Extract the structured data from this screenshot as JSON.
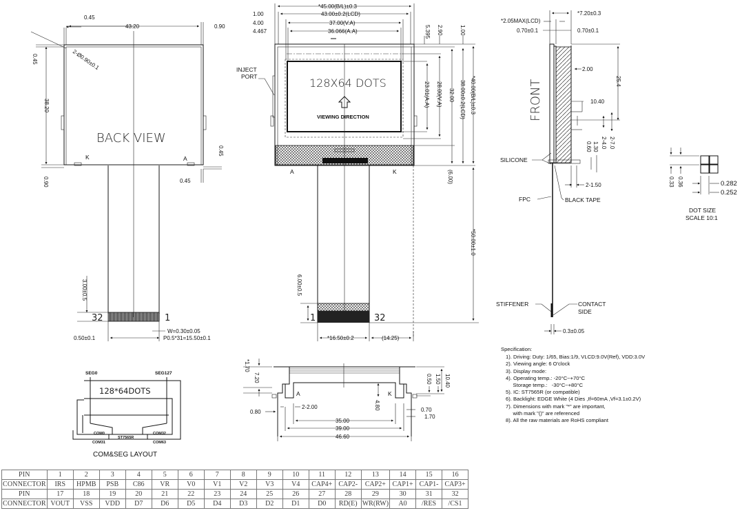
{
  "back_view": {
    "title": "BACK VIEW",
    "dims": {
      "top_offset": "0.45",
      "width": "43.20",
      "right_offset": "0.90",
      "left_top": "0.45",
      "hole": "2-Ø0.90±0.1",
      "height": "38.20",
      "right_side": "0.45",
      "bottom_left": "0.90",
      "bottom_right": "0.45",
      "fpc_tail": "3.00±0.5",
      "pin_width": "W=0.30±0.05",
      "pitch": "P0.5*31=15.50±0.1",
      "edge": "0.50±0.1"
    },
    "labels": {
      "k": "K",
      "a": "A",
      "pin_first": "32",
      "pin_last": "1"
    }
  },
  "front_view": {
    "center_text": "128X64  DOTS",
    "viewing_direction": "VIEWING DIRECTION",
    "inject_port": "INJECT PORT",
    "labels": {
      "a": "A",
      "k": "K",
      "pin_first": "1",
      "pin_last": "32"
    },
    "dims": {
      "bl_width": "*45.00(B/L)±0.3",
      "lcd_width": "43.00±0.2(LCD)",
      "va_width": "37.00(V.A)",
      "aa_width": "36.066(A.A)",
      "off_1": "1.00",
      "off_4": "4.00",
      "off_4467": "4.467",
      "v_5395": "5.395",
      "v_290": "2.90",
      "v_100": "1.00",
      "aa_height": "23.01(A.A)",
      "va_height": "28.00(V.A)",
      "h_32": "32.00",
      "lcd_height": "38.00±0.2(LCD)",
      "bl_height": "*40.00(B/L)±0.3",
      "ref_600": "(6.00)",
      "fpc_len": "*50.00±1.0",
      "fpc_tail": "6.00±0.5",
      "fpc_width": "*16.50±0.2",
      "fpc_offset": "(14.25)"
    }
  },
  "side_view": {
    "front": "FRONT",
    "silicone": "SILICONE",
    "fpc": "FPC",
    "black_tape": "BLACK TAPE",
    "stiffener": "STIFFENER",
    "contact_side": "CONTACT SIDE",
    "dims": {
      "thickness": "*7.20±0.3",
      "lcd_max": "*2.05MAX(LCD)",
      "glass_l": "0.70±0.1",
      "glass_r": "0.70±0.1",
      "d_200": "2.00",
      "d_254": "25.4",
      "d_1040": "10.40",
      "d_2_70": "2-7.0",
      "d_2_40": "2-4.0",
      "d_130": "1.30",
      "d_060": "0.60",
      "d_2_150": "2-1.50",
      "stiffener_t": "0.3±0.05"
    }
  },
  "dot_size": {
    "title": "DOT SIZE",
    "scale": "SCALE 10:1",
    "dims": {
      "v1": "0.33",
      "v2": "0.36",
      "h1": "0.282",
      "h2": "0.252"
    }
  },
  "com_seg": {
    "title": "COM&SEG  LAYOUT",
    "dots": "128*64DOTS",
    "seg0": "SEG0",
    "seg127": "SEG127",
    "com0": "COM0",
    "com31": "COM31",
    "com32": "COM32",
    "com63": "COM63",
    "ic": "ST7565R"
  },
  "bottom_view": {
    "labels": {
      "a": "A",
      "k": "K"
    },
    "dims": {
      "d_170": "*1.70",
      "d_720": "7.20",
      "d_080": "0.80",
      "d_2_200": "2-2.00",
      "d_480": "4.80",
      "d_3500": "35.00",
      "d_3900": "39.00",
      "d_4660": "46.60",
      "d_050": "0.50",
      "d_150": "1.50",
      "d_1040": "10.40",
      "d_070": "0.70",
      "d_170b": "1.70"
    }
  },
  "specification": {
    "title": "Specification:",
    "items": [
      "1). Driving: Duty: 1/65, Bias:1/9, VLCD:9.0V(Ref), VDD:3.0V",
      "2). Viewing angle: 6 O'clock",
      "3). Display mode:",
      "4). Operating temp.: -20°C~+70°C",
      "     Storage temp.:   -30°C~+80°C",
      "5). IC: ST7565R (or compatible)",
      "6). Backlight: EDGE White (4 Dies ,If=60mA ,Vf=3.1±0.2V)",
      "7). Dimensions with mark \"*\" are important,",
      "     with mark \"()\" are referenced",
      "8). All the raw materials are RoHS compliant"
    ]
  },
  "pin_table": {
    "row_headers": [
      "PIN",
      "CONNECTOR",
      "PIN",
      "CONNECTOR"
    ],
    "pins_1": [
      "1",
      "2",
      "3",
      "4",
      "5",
      "6",
      "7",
      "8",
      "9",
      "10",
      "11",
      "12",
      "13",
      "14",
      "15",
      "16"
    ],
    "conn_1": [
      "IRS",
      "HPMB",
      "PSB",
      "C86",
      "VR",
      "V0",
      "V1",
      "V2",
      "V3",
      "V4",
      "CAP4+",
      "CAP2-",
      "CAP2+",
      "CAP1+",
      "CAP1-",
      "CAP3+"
    ],
    "pins_2": [
      "17",
      "18",
      "19",
      "20",
      "21",
      "22",
      "23",
      "24",
      "25",
      "26",
      "27",
      "28",
      "29",
      "30",
      "31",
      "32"
    ],
    "conn_2": [
      "VOUT",
      "VSS",
      "VDD",
      "D7",
      "D6",
      "D5",
      "D4",
      "D3",
      "D2",
      "D1",
      "D0",
      "RD(E)",
      "WR(RW)",
      "A0",
      "/RES",
      "/CS1"
    ]
  }
}
